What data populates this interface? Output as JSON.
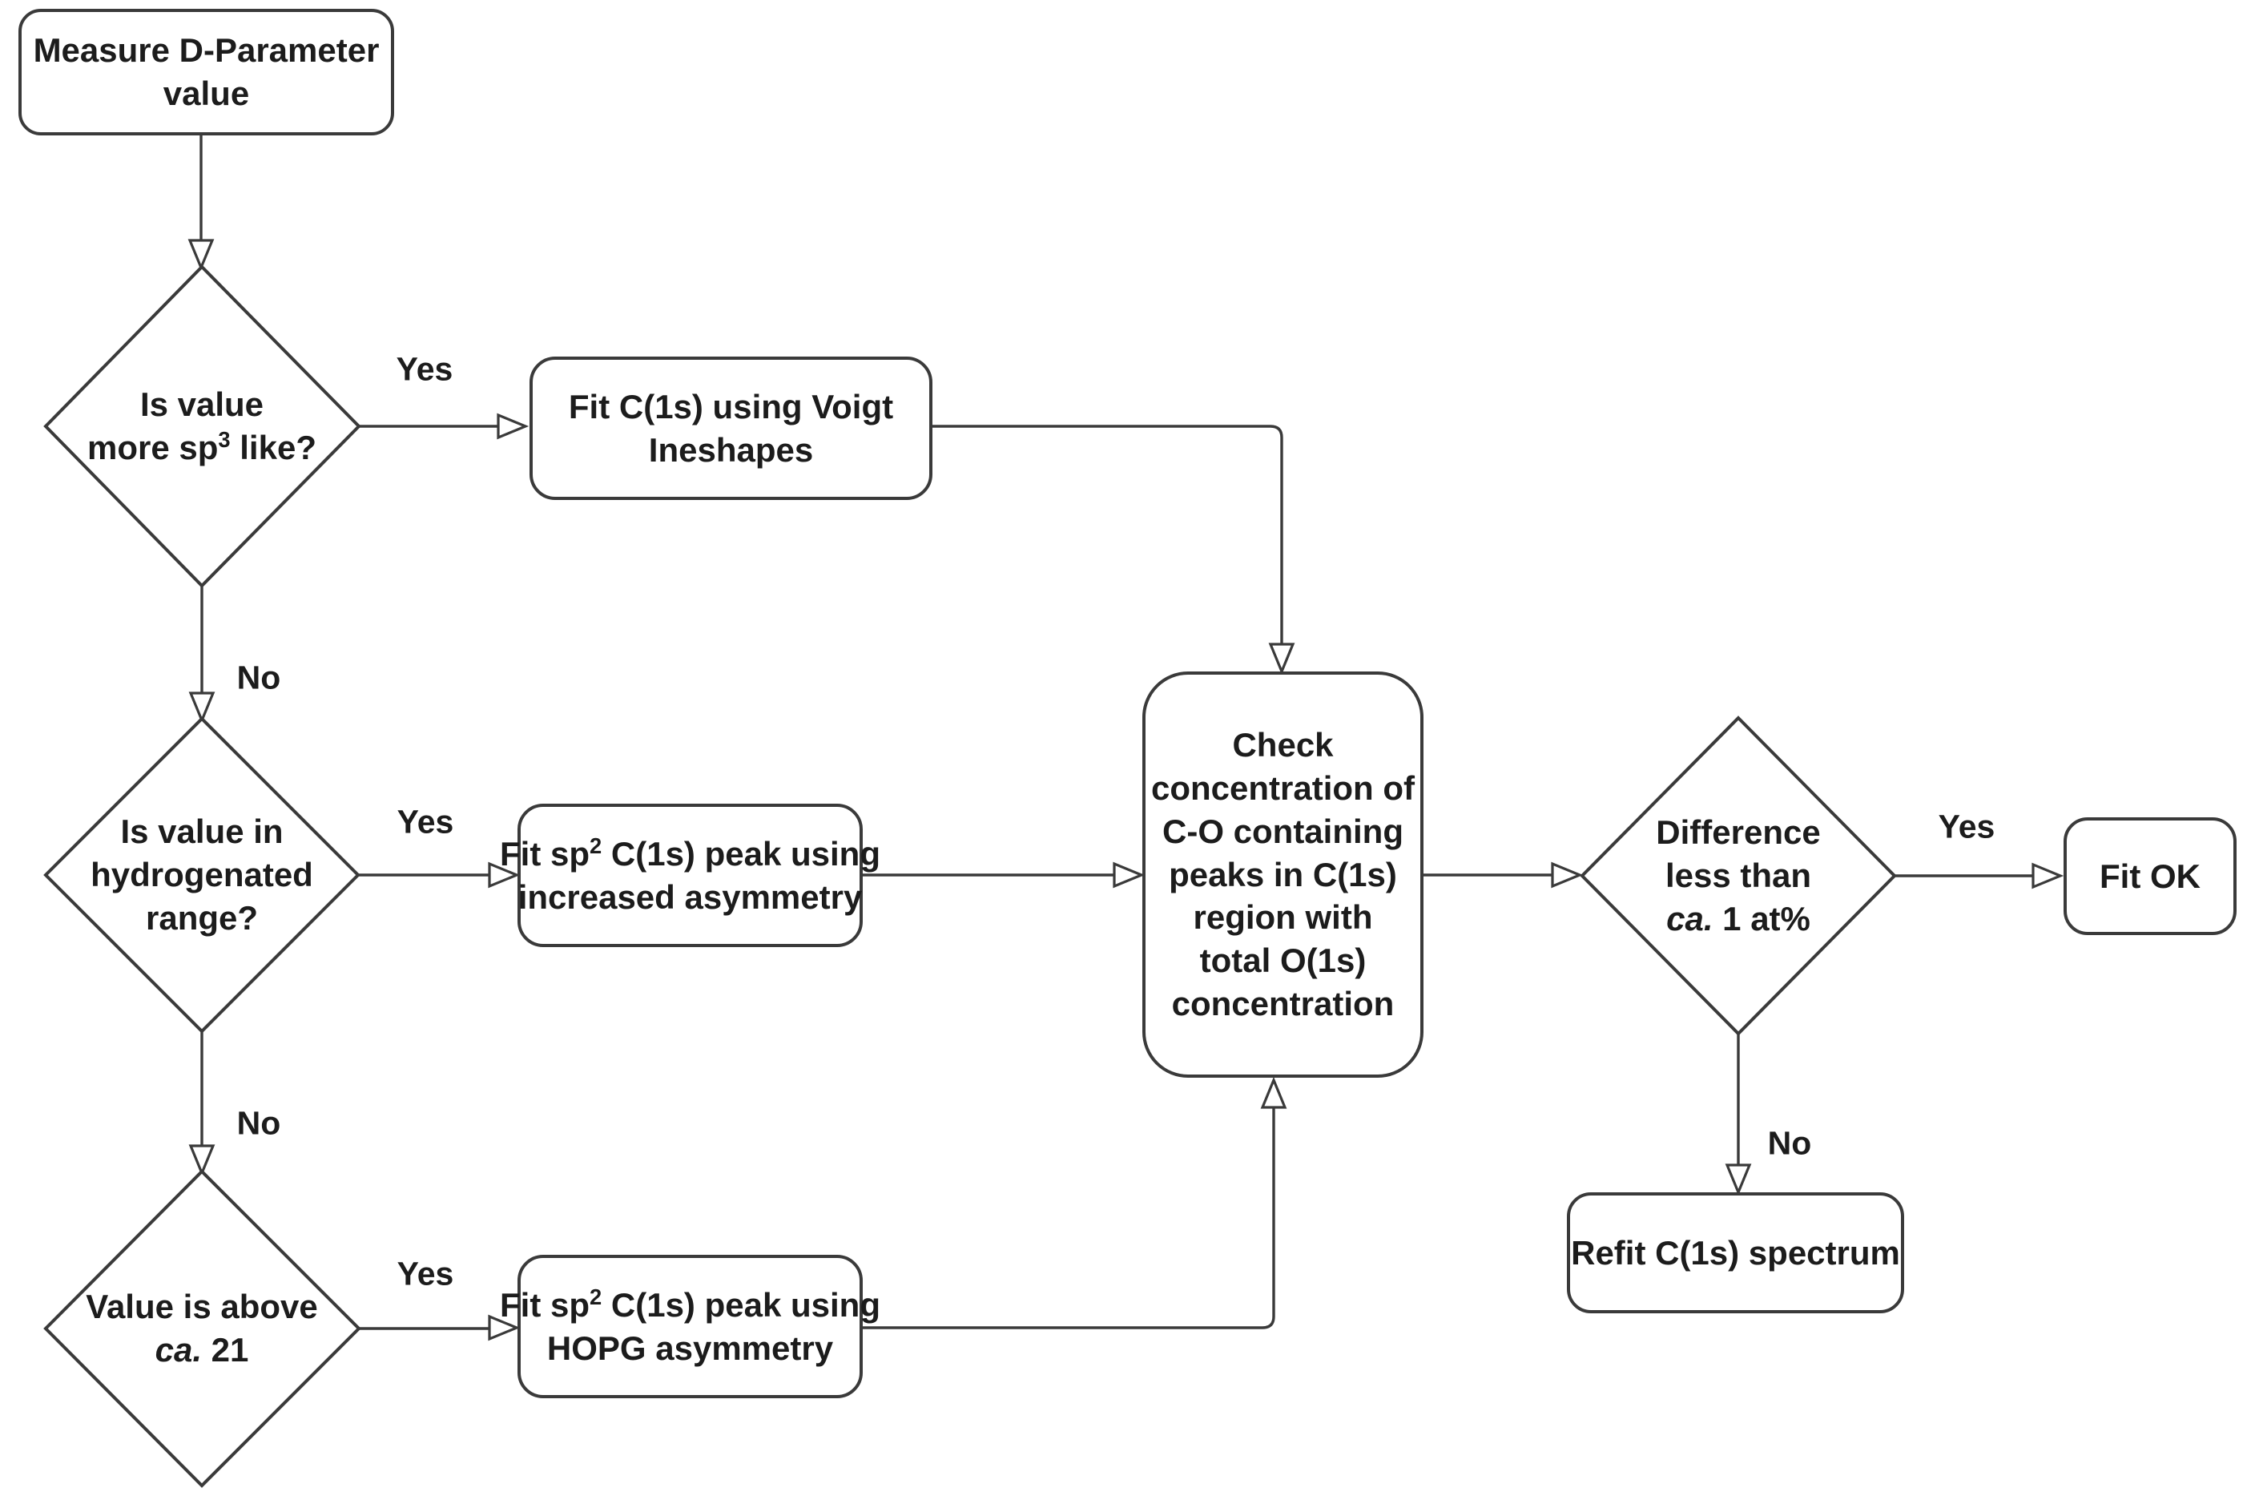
{
  "diagram": {
    "type": "flowchart",
    "topic": "D-Parameter based C(1s) peak fitting decision flow"
  },
  "colors": {
    "background": "#ffffff",
    "stroke": "#3a3a3a",
    "text": "#1c1c1c"
  },
  "nodes": {
    "measure": {
      "line1": "Measure D-Parameter",
      "line2": "value"
    },
    "d1": {
      "line1": "Is value",
      "line2_pre": "more sp",
      "line2_sup": "3",
      "line2_post": " like?"
    },
    "voigt": {
      "line1": "Fit C(1s) using Voigt",
      "line2": "Ineshapes"
    },
    "d2": {
      "line1": "Is value in",
      "line2": "hydrogenated",
      "line3": "range?"
    },
    "asym": {
      "line1_pre": "Fit sp",
      "line1_sup": "2",
      "line1_post": " C(1s) peak using",
      "line2": "increased asymmetry"
    },
    "d3": {
      "line1": "Value is above",
      "line2_it": "ca.",
      "line2_post": " 21"
    },
    "hopg": {
      "line1_pre": "Fit sp",
      "line1_sup": "2",
      "line1_post": " C(1s) peak using",
      "line2": "HOPG asymmetry"
    },
    "check": {
      "line1": "Check",
      "line2": "concentration of",
      "line3": "C-O containing",
      "line4": "peaks in C(1s)",
      "line5": "region with",
      "line6": "total O(1s)",
      "line7": "concentration"
    },
    "d4": {
      "line1": "Difference",
      "line2": "less than",
      "line3_it": "ca.",
      "line3_post": " 1 at%"
    },
    "fitok": {
      "label": "Fit OK"
    },
    "refit": {
      "label": "Refit C(1s) spectrum"
    }
  },
  "edge_labels": {
    "d1_yes": "Yes",
    "d1_no": "No",
    "d2_yes": "Yes",
    "d2_no": "No",
    "d3_yes": "Yes",
    "d4_yes": "Yes",
    "d4_no": "No"
  }
}
